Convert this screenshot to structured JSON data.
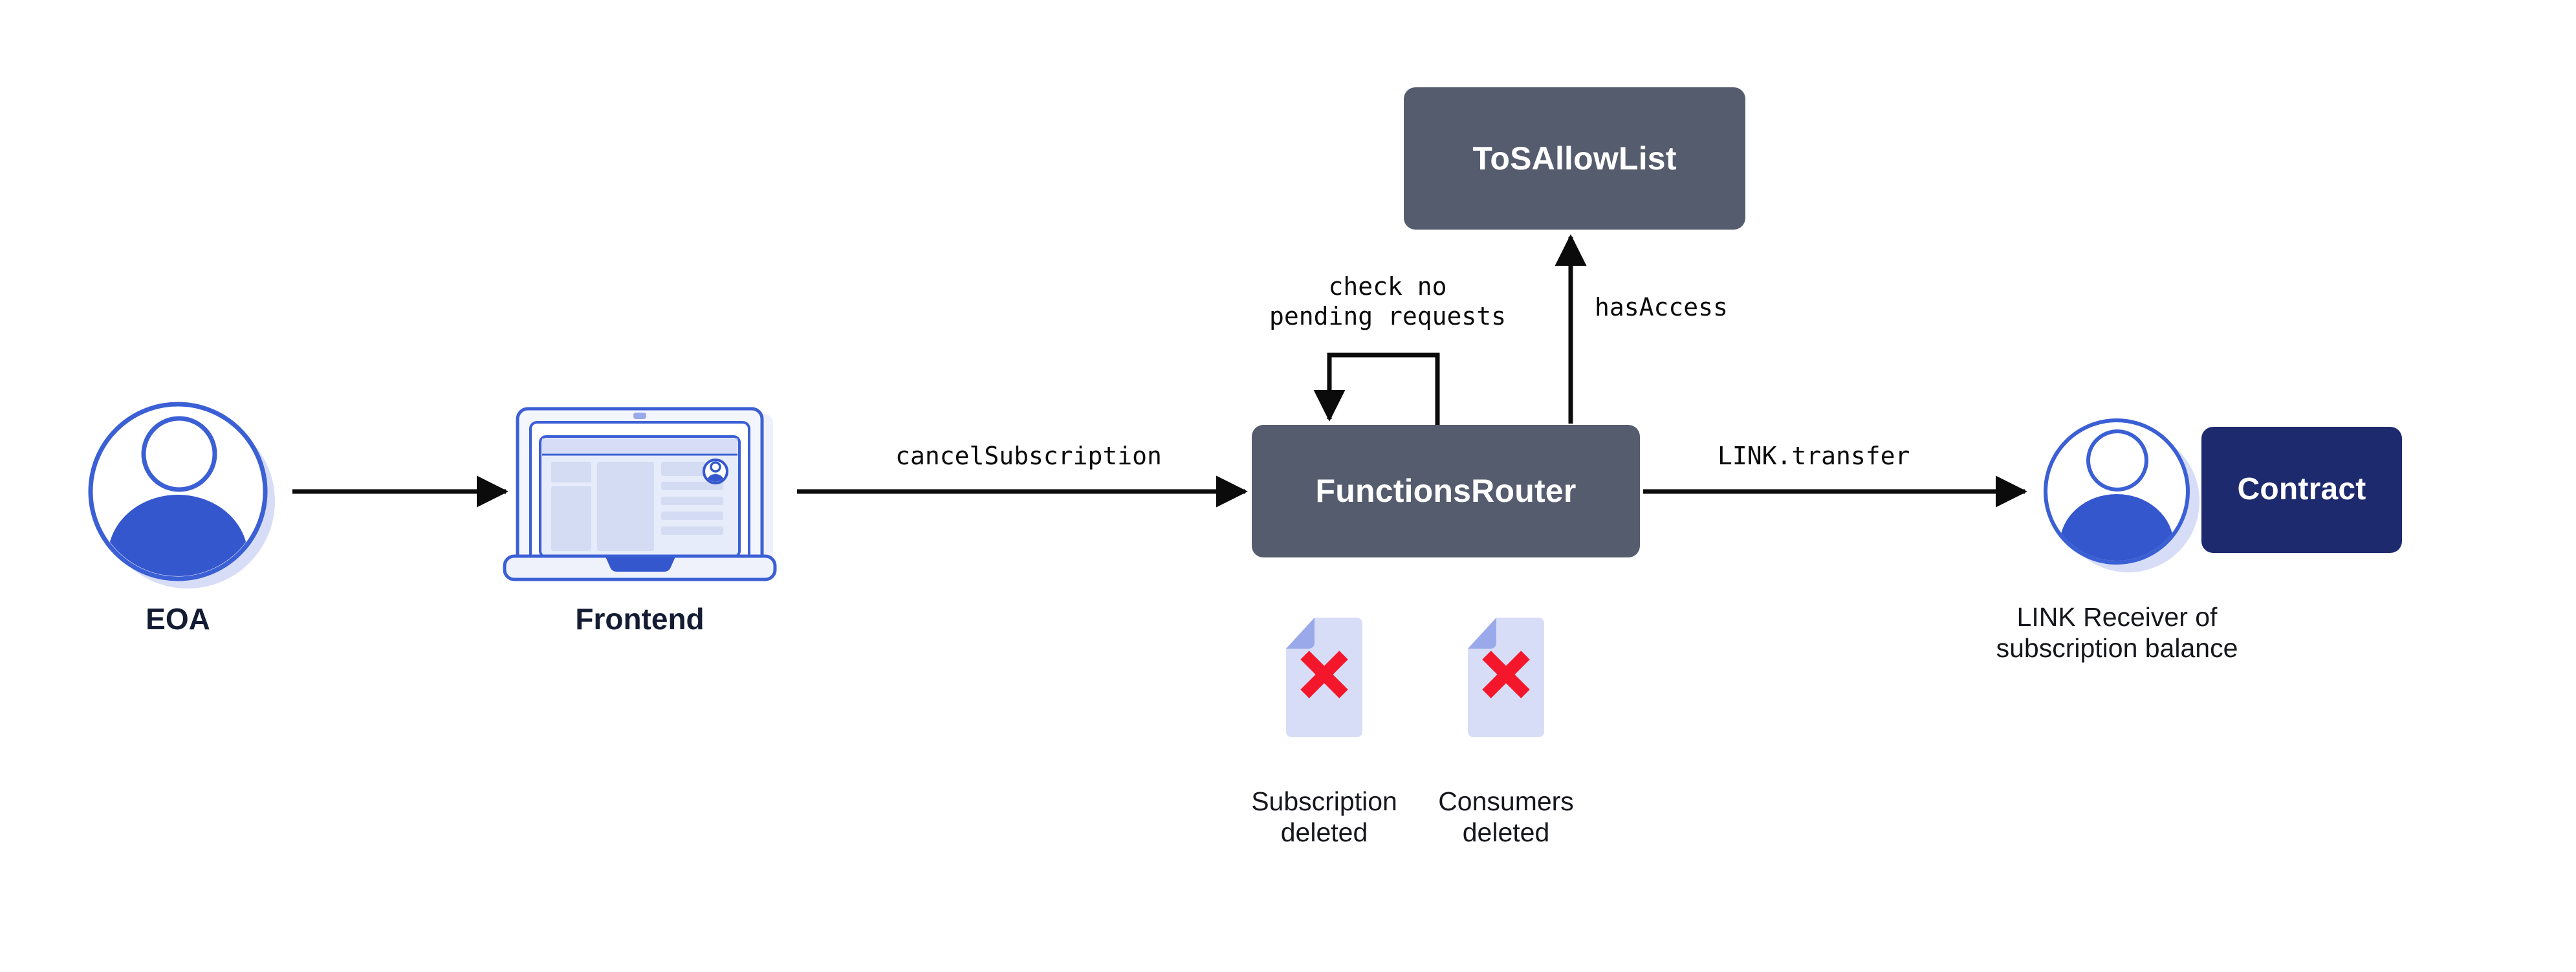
{
  "diagram": {
    "title": "Chainlink Functions cancelSubscription flow",
    "background_color": "#ffffff",
    "palette": {
      "slate_box": "#555c6e",
      "navy_box": "#1e2a6e",
      "accent_blue": "#3b5fd4",
      "light_blue": "#d7ddf7",
      "mid_blue": "#9aa9ea",
      "caption_dark": "#131c33",
      "arrow_black": "#0b0b0b",
      "delete_red": "#f4172b",
      "white": "#ffffff"
    }
  },
  "nodes": {
    "eoa": {
      "label": "EOA",
      "icon": "user-avatar-icon"
    },
    "frontend": {
      "label": "Frontend",
      "icon": "laptop-icon"
    },
    "functions_router": {
      "label": "FunctionsRouter",
      "style": "slate"
    },
    "tos_allow_list": {
      "label": "ToSAllowList",
      "style": "slate"
    },
    "link_receiver": {
      "label": "LINK Receiver of\nsubscription balance",
      "icon": "user-avatar-icon"
    },
    "contract": {
      "label": "Contract",
      "style": "navy"
    }
  },
  "artifacts": [
    {
      "icon": "document-deleted-icon",
      "label": "Subscription\ndeleted",
      "mark": "red-x-icon"
    },
    {
      "icon": "document-deleted-icon",
      "label": "Consumers\ndeleted",
      "mark": "red-x-icon"
    }
  ],
  "edges": [
    {
      "id": "eoa-to-frontend",
      "from": "eoa",
      "to": "frontend",
      "label": "",
      "direction": "right"
    },
    {
      "id": "frontend-to-router",
      "from": "frontend",
      "to": "functions_router",
      "label": "cancelSubscription",
      "direction": "right"
    },
    {
      "id": "router-self-loop",
      "from": "functions_router",
      "to": "functions_router",
      "label": "check no\npending requests",
      "direction": "self-loop"
    },
    {
      "id": "router-to-tos",
      "from": "functions_router",
      "to": "tos_allow_list",
      "label": "hasAccess",
      "direction": "up"
    },
    {
      "id": "router-to-receiver",
      "from": "functions_router",
      "to": "link_receiver",
      "label": "LINK.transfer",
      "direction": "right"
    }
  ]
}
